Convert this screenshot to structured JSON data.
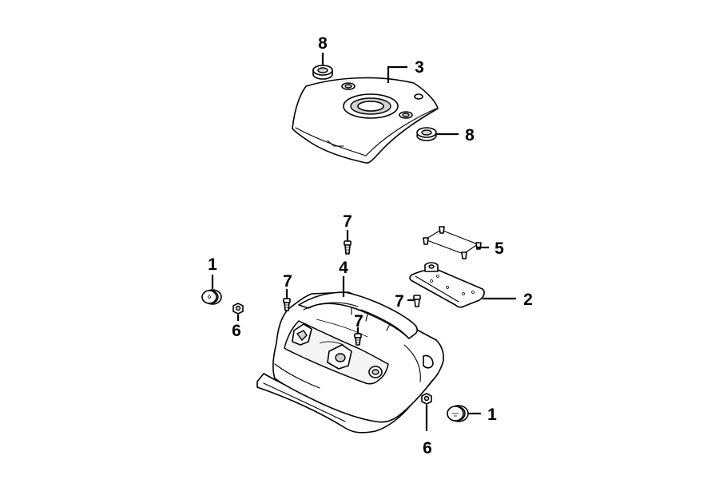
{
  "callouts": {
    "c8_top": "8",
    "c3": "3",
    "c8_right": "8",
    "c7_top": "7",
    "c5": "5",
    "c1_left": "1",
    "c4": "4",
    "c7_left": "7",
    "c7_mid": "7",
    "c2": "2",
    "c6_left": "6",
    "c7_center": "7",
    "c1_right": "1",
    "c6_bottom": "6"
  }
}
